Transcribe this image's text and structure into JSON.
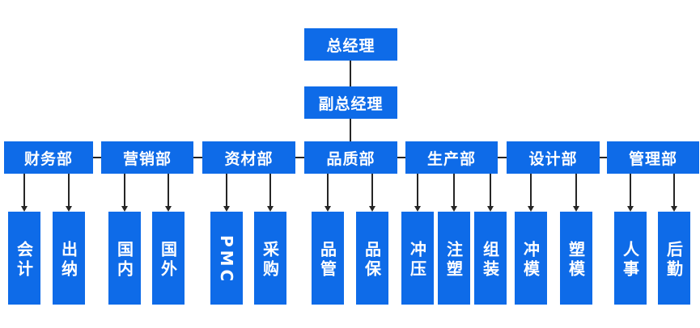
{
  "colors": {
    "box_blue": "#0e6be8",
    "text_white": "#ffffff",
    "line_dark": "#262626",
    "bg": "#ffffff"
  },
  "org": {
    "root": {
      "label": "总经理"
    },
    "deputy": {
      "label": "副总经理"
    },
    "departments": [
      {
        "label": "财务部",
        "children": [
          {
            "label": "会计"
          },
          {
            "label": "出纳"
          }
        ]
      },
      {
        "label": "营销部",
        "children": [
          {
            "label": "国内"
          },
          {
            "label": "国外"
          }
        ]
      },
      {
        "label": "资材部",
        "children": [
          {
            "label": "PMC"
          },
          {
            "label": "采购"
          }
        ]
      },
      {
        "label": "品质部",
        "children": [
          {
            "label": "品管"
          },
          {
            "label": "品保"
          }
        ]
      },
      {
        "label": "生产部",
        "children": [
          {
            "label": "冲压"
          },
          {
            "label": "注塑"
          },
          {
            "label": "组装"
          }
        ]
      },
      {
        "label": "设计部",
        "children": [
          {
            "label": "冲模"
          },
          {
            "label": "塑模"
          }
        ]
      },
      {
        "label": "管理部",
        "children": [
          {
            "label": "人事"
          },
          {
            "label": "后勤"
          }
        ]
      }
    ]
  }
}
